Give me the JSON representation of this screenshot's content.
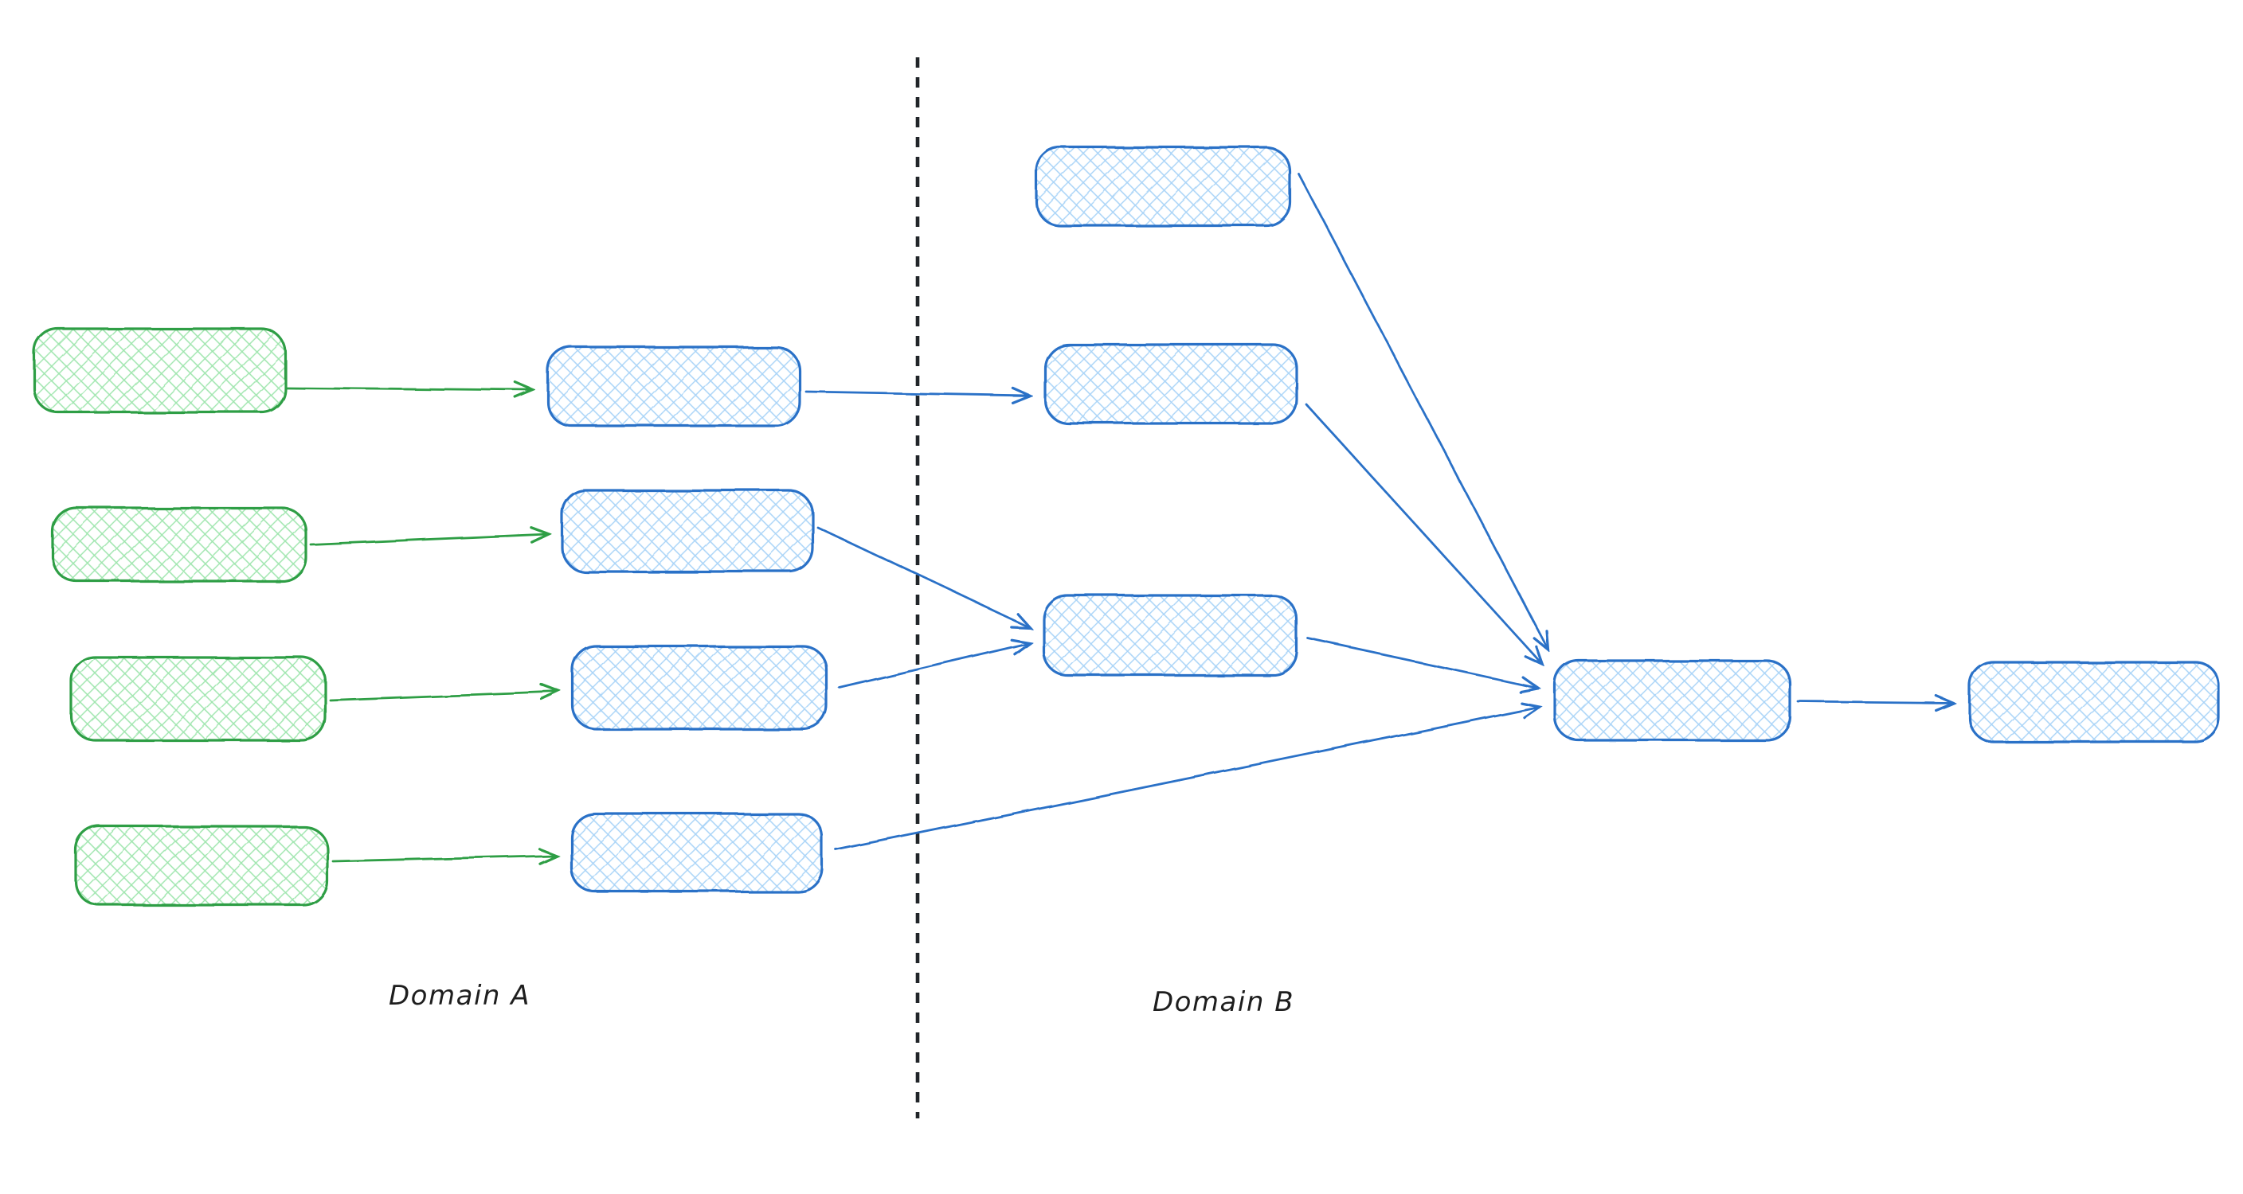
{
  "diagram": {
    "labels": {
      "domain_a": "Domain A",
      "domain_b": "Domain B"
    },
    "colors": {
      "background": "#ffffff",
      "green_stroke": "#2f9e44",
      "green_hatch": "#9ee5ad",
      "blue_stroke": "#2b71c7",
      "blue_hatch": "#a8d3f7",
      "divider": "#212529",
      "label_text": "#1e1e1e"
    },
    "nodes": [
      {
        "id": "a-input-1",
        "group": "domain-a",
        "style": "green",
        "text": ""
      },
      {
        "id": "a-input-2",
        "group": "domain-a",
        "style": "green",
        "text": ""
      },
      {
        "id": "a-input-3",
        "group": "domain-a",
        "style": "green",
        "text": ""
      },
      {
        "id": "a-input-4",
        "group": "domain-a",
        "style": "green",
        "text": ""
      },
      {
        "id": "a-process-1",
        "group": "domain-a",
        "style": "blue",
        "text": ""
      },
      {
        "id": "a-process-2",
        "group": "domain-a",
        "style": "blue",
        "text": ""
      },
      {
        "id": "a-process-3",
        "group": "domain-a",
        "style": "blue",
        "text": ""
      },
      {
        "id": "a-process-4",
        "group": "domain-a",
        "style": "blue",
        "text": ""
      },
      {
        "id": "b-stage-1",
        "group": "domain-b",
        "style": "blue",
        "text": ""
      },
      {
        "id": "b-stage-2",
        "group": "domain-b",
        "style": "blue",
        "text": ""
      },
      {
        "id": "b-stage-3",
        "group": "domain-b",
        "style": "blue",
        "text": ""
      },
      {
        "id": "b-aggregator",
        "group": "domain-b",
        "style": "blue",
        "text": ""
      },
      {
        "id": "b-output",
        "group": "domain-b",
        "style": "blue",
        "text": ""
      }
    ],
    "edges": [
      {
        "from": "a-input-1",
        "to": "a-process-1",
        "color": "green"
      },
      {
        "from": "a-input-2",
        "to": "a-process-2",
        "color": "green"
      },
      {
        "from": "a-input-3",
        "to": "a-process-3",
        "color": "green"
      },
      {
        "from": "a-input-4",
        "to": "a-process-4",
        "color": "green"
      },
      {
        "from": "a-process-1",
        "to": "b-stage-2",
        "color": "blue"
      },
      {
        "from": "a-process-2",
        "to": "b-stage-3",
        "color": "blue"
      },
      {
        "from": "a-process-3",
        "to": "b-stage-3",
        "color": "blue"
      },
      {
        "from": "a-process-4",
        "to": "b-aggregator",
        "color": "blue"
      },
      {
        "from": "b-stage-1",
        "to": "b-aggregator",
        "color": "blue"
      },
      {
        "from": "b-stage-2",
        "to": "b-aggregator",
        "color": "blue"
      },
      {
        "from": "b-stage-3",
        "to": "b-aggregator",
        "color": "blue"
      },
      {
        "from": "b-aggregator",
        "to": "b-output",
        "color": "blue"
      }
    ]
  }
}
